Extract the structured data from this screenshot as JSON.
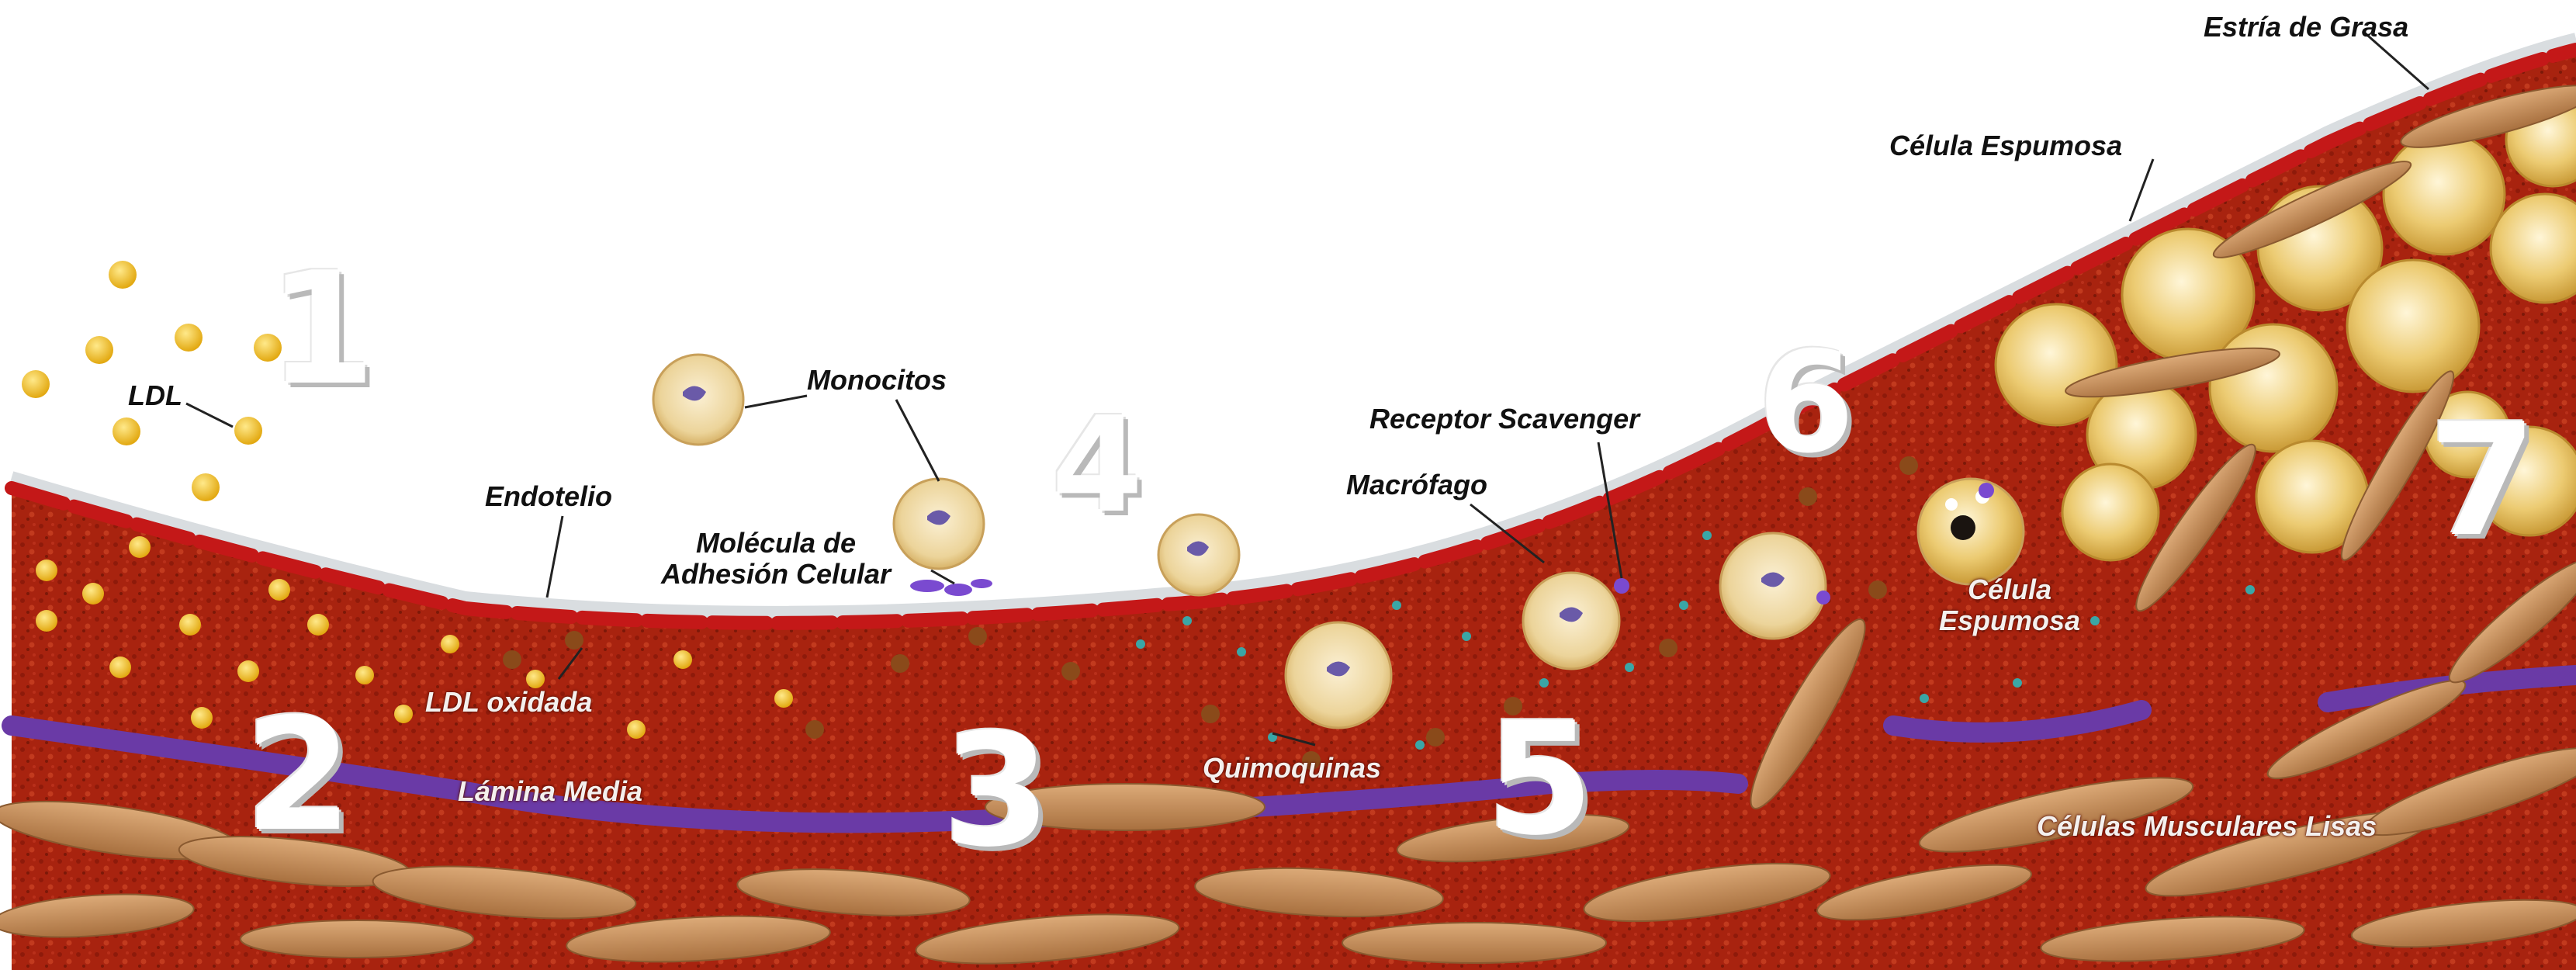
{
  "labels": {
    "ldl": "LDL",
    "monocitos": "Monocitos",
    "endotelio": "Endotelio",
    "molecula_adhesion_1": "Molécula de",
    "molecula_adhesion_2": "Adhesión Celular",
    "receptor_scavenger": "Receptor Scavenger",
    "macrofago": "Macrófago",
    "ldl_oxidada": "LDL oxidada",
    "lamina_media": "Lámina Media",
    "quimoquinas": "Quimoquinas",
    "celula_espumosa_top": "Célula Espumosa",
    "celula_espumosa_mid_1": "Célula",
    "celula_espumosa_mid_2": "Espumosa",
    "estria_de_grasa": "Estría de Grasa",
    "celulas_musculares_lisas": "Células Musculares Lisas"
  },
  "steps": [
    "1",
    "2",
    "3",
    "4",
    "5",
    "6",
    "7"
  ],
  "colors": {
    "intima": "#a8230f",
    "intima_dark": "#7c1808",
    "endothelium": "#c41818",
    "lamina": "#6a3aa6",
    "muscle": "#c9905f",
    "ldl_particle": "#f2c01e",
    "foam_cell": "#e8c66a",
    "step_number": "#ffffff"
  }
}
